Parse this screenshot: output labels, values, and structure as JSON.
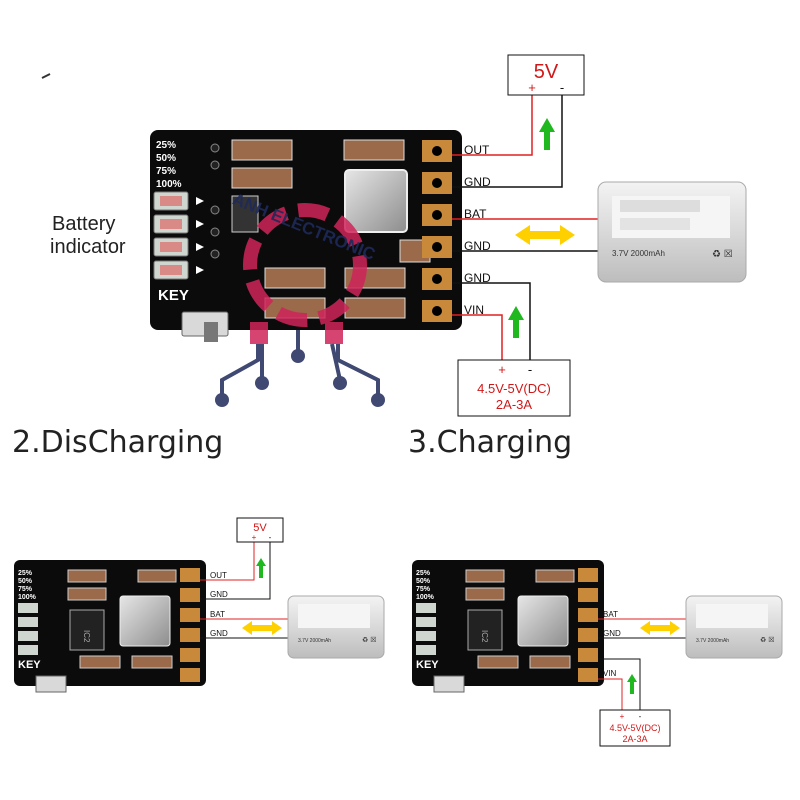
{
  "colors": {
    "board": "#0b0b0b",
    "pad": "#c88a3a",
    "red_wire": "#e02020",
    "black_wire": "#111111",
    "arrow_green": "#1fb81f",
    "arrow_yellow": "#ffd000",
    "label_red": "#d01818",
    "logo_pink": "#d0245a",
    "logo_navy": "#1e2a5a"
  },
  "main": {
    "indicator_levels": [
      "25%",
      "50%",
      "75%",
      "100%"
    ],
    "key_label": "KEY",
    "side_label_line1": "Battery",
    "side_label_line2": "indicator",
    "watermark": "ANH ELECTRONIC",
    "pins": [
      "OUT",
      "GND",
      "BAT",
      "GND",
      "GND",
      "VIN"
    ],
    "out_box": {
      "voltage": "5V",
      "plus": "+",
      "minus": "-"
    },
    "in_box": {
      "plus": "+",
      "minus": "-",
      "line1": "4.5V-5V(DC)",
      "line2": "2A-3A"
    },
    "battery_text": "3.7V  2000mAh"
  },
  "section_titles": {
    "discharging": "2.DisCharging",
    "charging": "3.Charging"
  },
  "discharge": {
    "pins": [
      "OUT",
      "GND",
      "BAT",
      "GND"
    ],
    "out_box": {
      "voltage": "5V",
      "plus": "+",
      "minus": "-"
    },
    "battery_text": "3.7V  2000mAh"
  },
  "charge": {
    "pins": [
      "BAT",
      "GND",
      "VIN"
    ],
    "in_box": {
      "plus": "+",
      "minus": "-",
      "line1": "4.5V-5V(DC)",
      "line2": "2A-3A"
    },
    "battery_text": "3.7V  2000mAh"
  },
  "small_board": {
    "indicator_levels": [
      "25%",
      "50%",
      "75%",
      "100%"
    ],
    "key_label": "KEY",
    "chip_label": "IC2"
  }
}
